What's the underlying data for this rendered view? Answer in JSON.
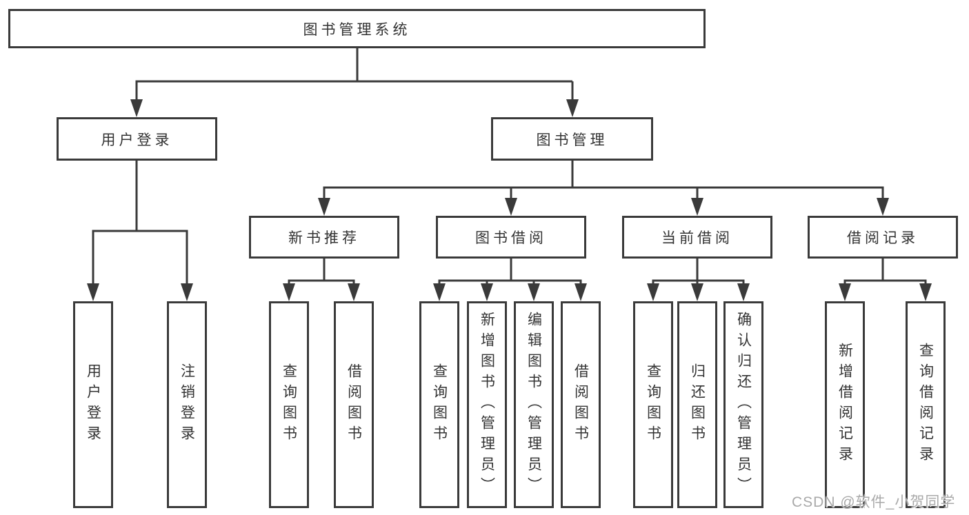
{
  "diagram": {
    "root": {
      "label": "图书管理系统"
    },
    "level2": [
      {
        "label": "用户登录",
        "children": [
          "用户登录",
          "注销登录"
        ]
      },
      {
        "label": "图书管理"
      }
    ],
    "level3": [
      {
        "label": "新书推荐",
        "children": [
          "查询图书",
          "借阅图书"
        ]
      },
      {
        "label": "图书借阅",
        "children": [
          "查询图书",
          "新增图书（管理员）",
          "编辑图书（管理员）",
          "借阅图书"
        ]
      },
      {
        "label": "当前借阅",
        "children": [
          "查询图书",
          "归还图书",
          "确认归还（管理员）"
        ]
      },
      {
        "label": "借阅记录",
        "children": [
          "新增借阅记录",
          "查询借阅记录"
        ]
      }
    ]
  },
  "colors": {
    "line": "#3a3a3a",
    "text": "#333333",
    "box_background": "#ffffff",
    "watermark": "#a9a9a9"
  },
  "watermark": {
    "text": "CSDN @软件_小贺同学"
  }
}
